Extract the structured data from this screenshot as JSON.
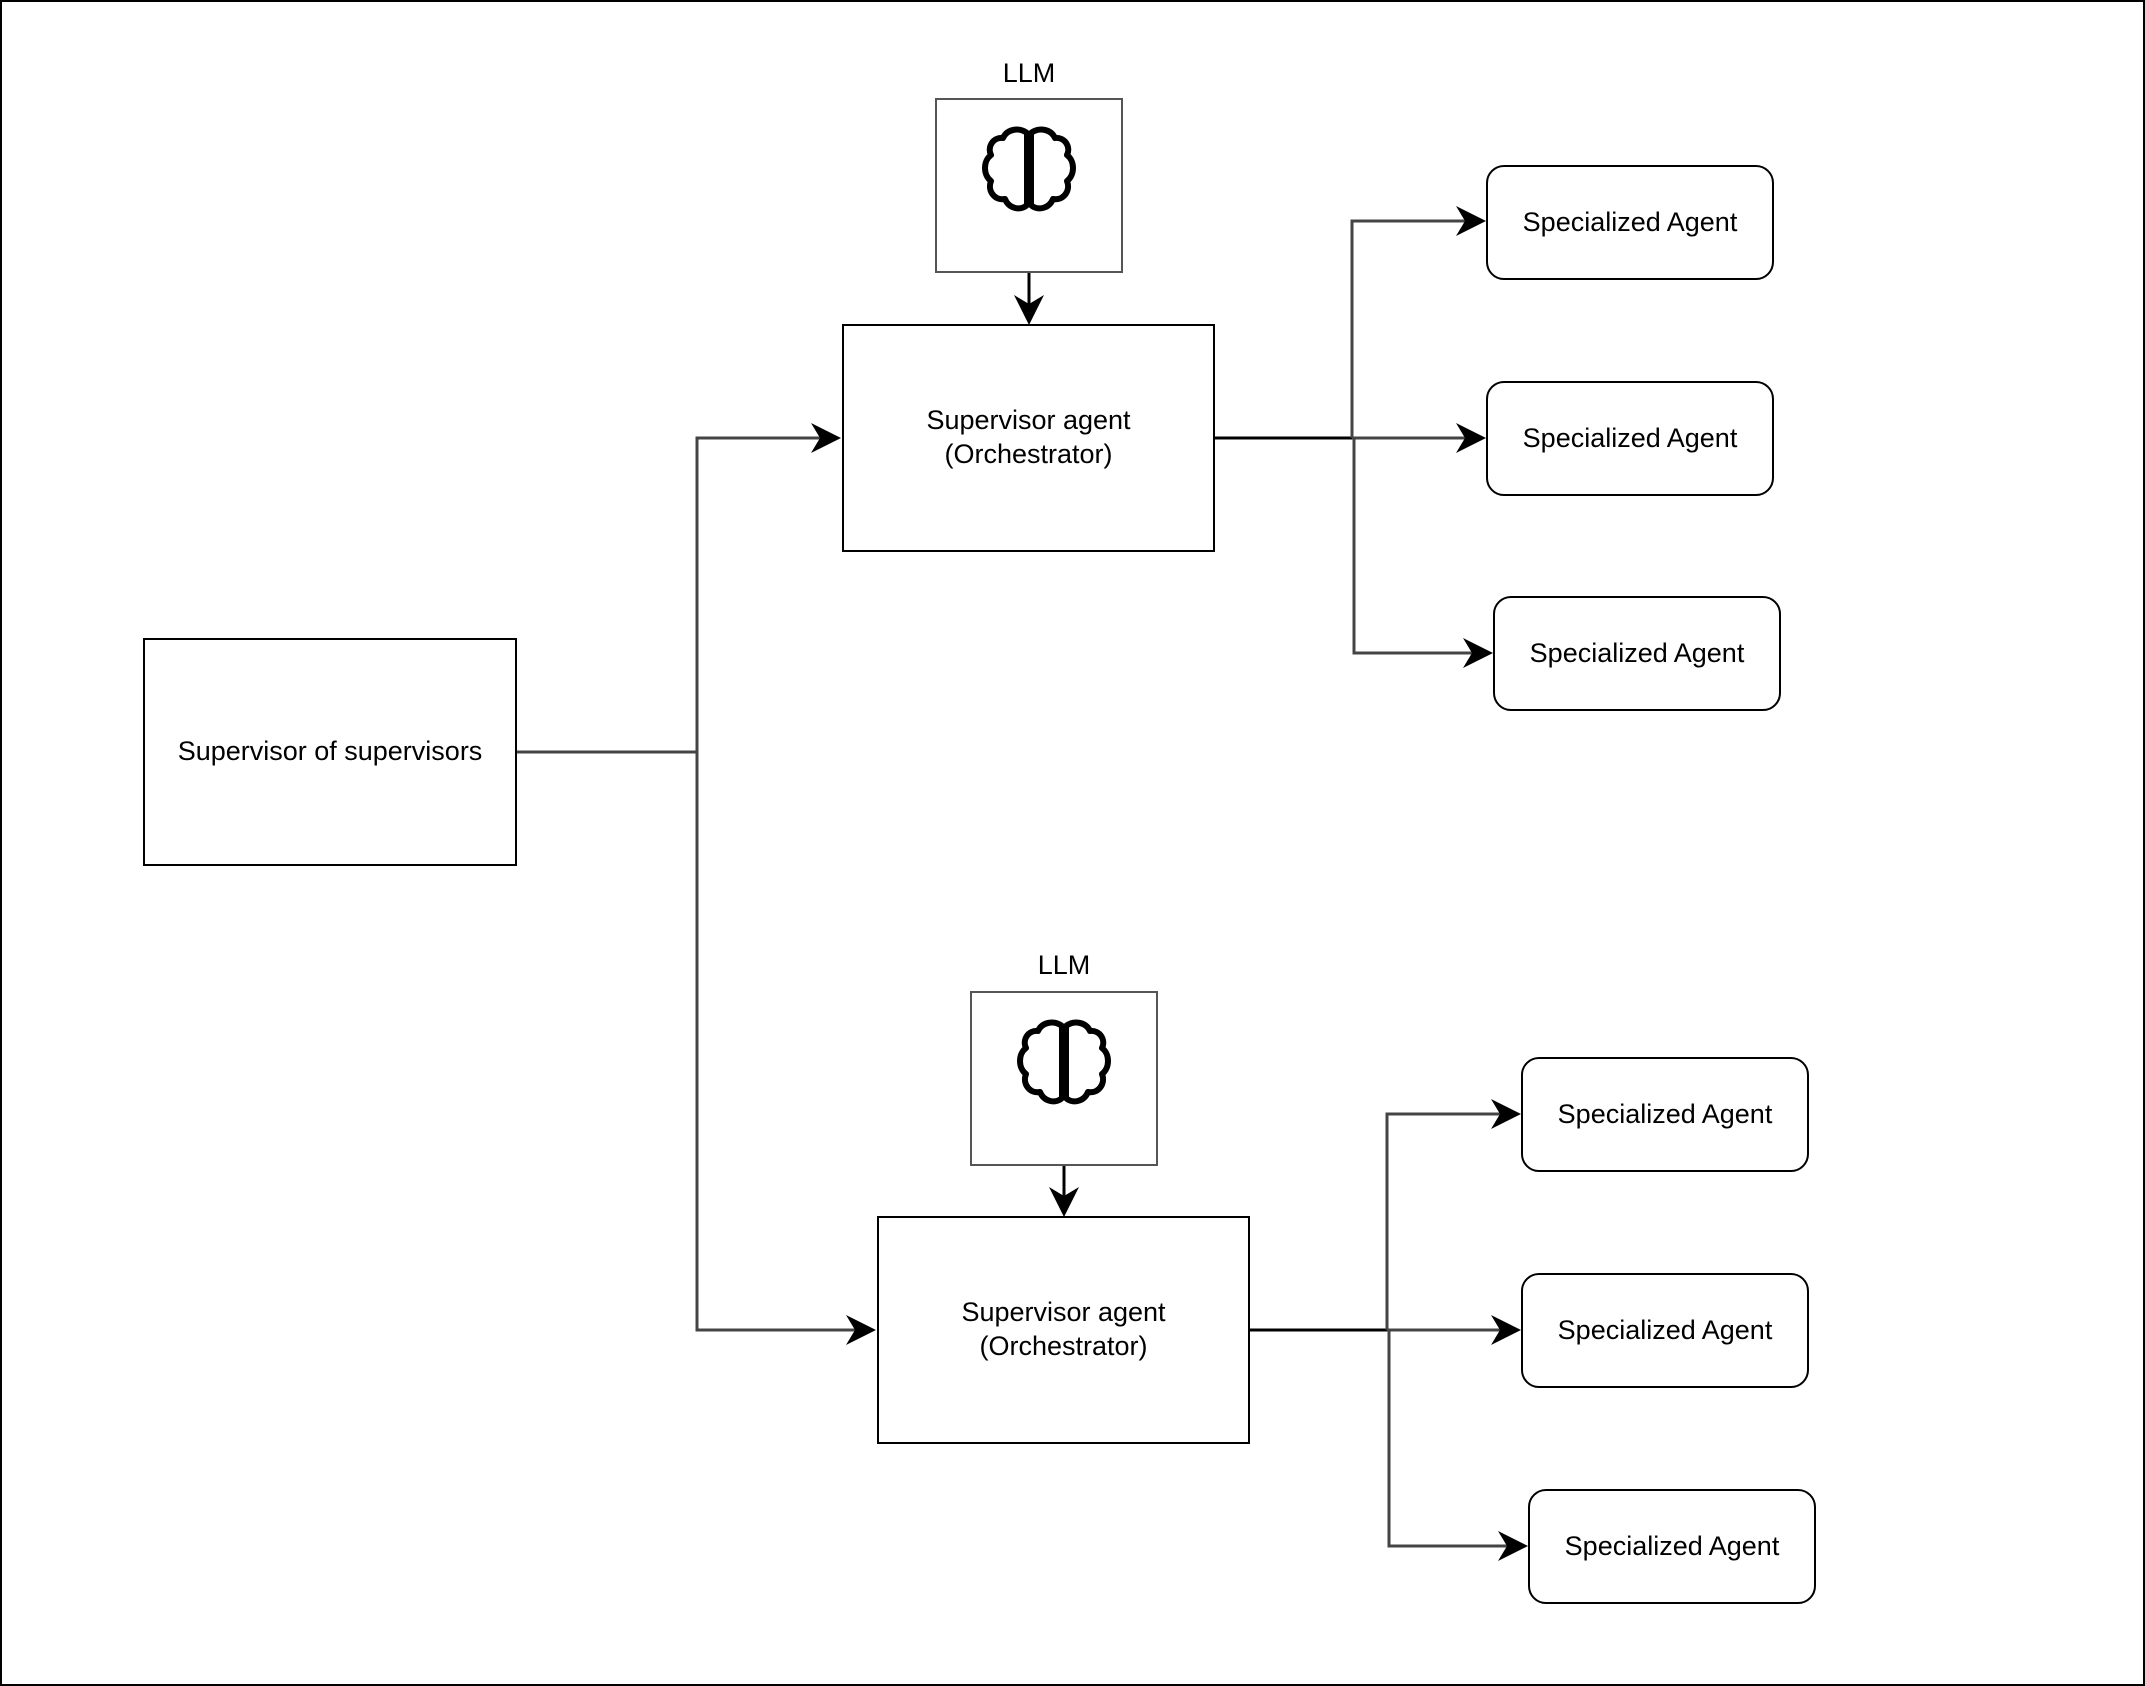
{
  "diagram": {
    "root": {
      "label": "Supervisor of supervisors"
    },
    "groups": [
      {
        "llm": {
          "label": "LLM",
          "icon": "brain-icon"
        },
        "supervisor": {
          "line1": "Supervisor agent",
          "line2": "(Orchestrator)"
        },
        "agents": [
          "Specialized Agent",
          "Specialized Agent",
          "Specialized Agent"
        ]
      },
      {
        "llm": {
          "label": "LLM",
          "icon": "brain-icon"
        },
        "supervisor": {
          "line1": "Supervisor agent",
          "line2": "(Orchestrator)"
        },
        "agents": [
          "Specialized Agent",
          "Specialized Agent",
          "Specialized Agent"
        ]
      }
    ],
    "colors": {
      "stroke": "#000000",
      "connector": "#444444",
      "llm_border": "#555555"
    }
  }
}
